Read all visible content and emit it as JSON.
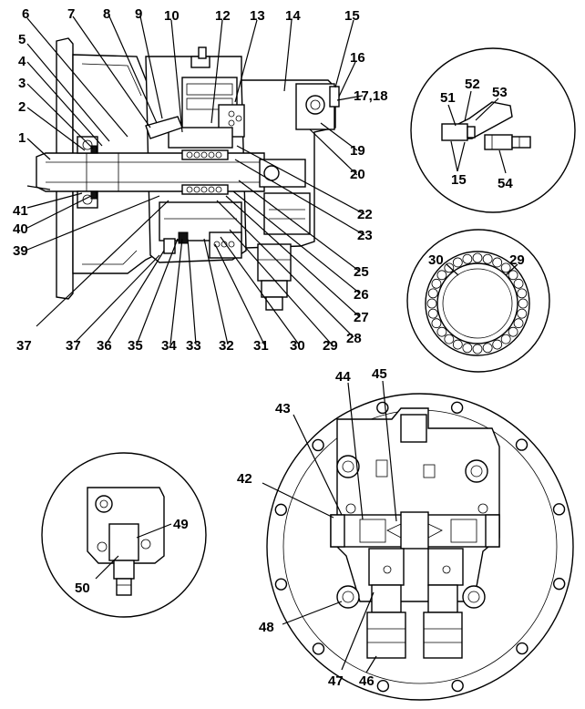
{
  "callouts": {
    "c1": "1",
    "c2": "2",
    "c3": "3",
    "c4": "4",
    "c5": "5",
    "c6": "6",
    "c7": "7",
    "c8": "8",
    "c9": "9",
    "c10": "10",
    "c12": "12",
    "c13": "13",
    "c14": "14",
    "c15a": "15",
    "c16": "16",
    "c17_18": "17,18",
    "c19": "19",
    "c20": "20",
    "c22": "22",
    "c23": "23",
    "c25": "25",
    "c26": "26",
    "c27": "27",
    "c28": "28",
    "c29": "29",
    "c30": "30",
    "c31": "31",
    "c32": "32",
    "c33": "33",
    "c34": "34",
    "c35": "35",
    "c36": "36",
    "c37a": "37",
    "c37b": "37",
    "c39": "39",
    "c40": "40",
    "c41": "41",
    "c51": "51",
    "c52": "52",
    "c53": "53",
    "c54": "54",
    "c15b": "15",
    "c30b": "30",
    "c29b": "29",
    "c49": "49",
    "c50": "50",
    "c42": "42",
    "c43": "43",
    "c44": "44",
    "c45": "45",
    "c46": "46",
    "c47": "47",
    "c48": "48"
  }
}
